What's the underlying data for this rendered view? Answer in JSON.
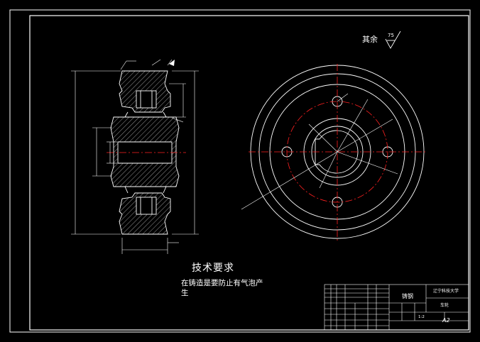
{
  "roughness": {
    "label": "其余",
    "value": "75"
  },
  "technical_requirements": {
    "title": "技术要求",
    "lines": [
      "在铸造是要防止有气泡产",
      "生"
    ]
  },
  "title_block": {
    "part_name": "铸钢",
    "school": "辽宁科技大学",
    "drawing_name": "车轮",
    "sheet_size": "A2",
    "scale": "1:2"
  },
  "colors": {
    "background": "#000000",
    "outline": "#ffffff",
    "centerline": "#ff2020",
    "dimension": "#ffffff"
  }
}
